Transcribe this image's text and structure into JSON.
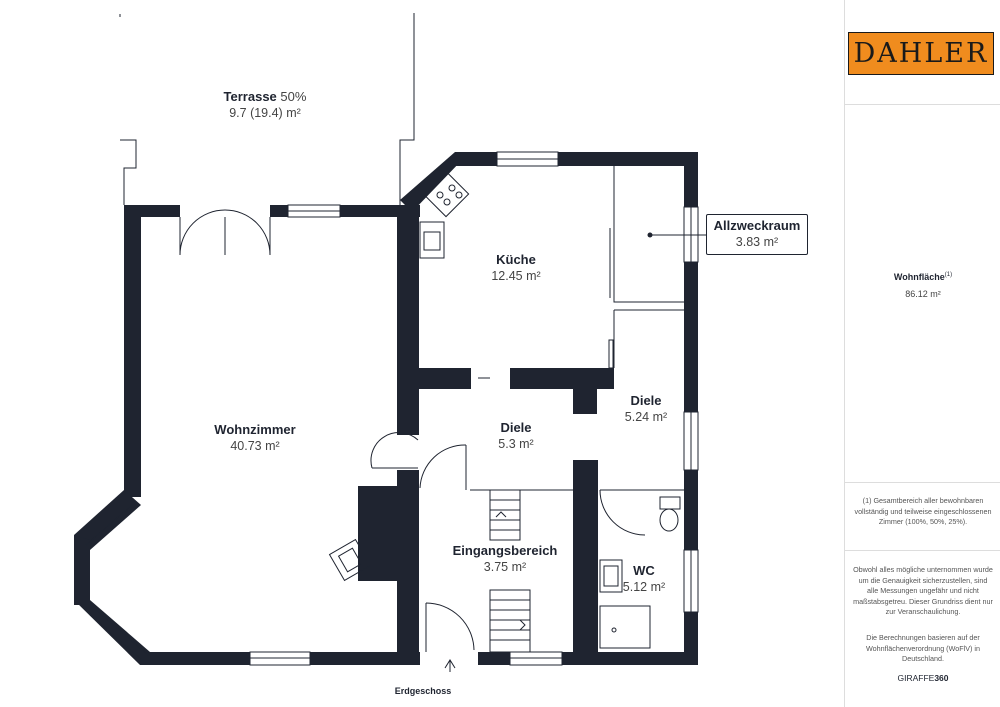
{
  "rooms": {
    "terrasse": {
      "name": "Terrasse",
      "suffix": "50%",
      "area": "9.7 (19.4) m²"
    },
    "kueche": {
      "name": "Küche",
      "area": "12.45 m²"
    },
    "allzweckraum": {
      "name": "Allzweckraum",
      "area": "3.83 m²"
    },
    "wohnzimmer": {
      "name": "Wohnzimmer",
      "area": "40.73 m²"
    },
    "diele1": {
      "name": "Diele",
      "area": "5.3 m²"
    },
    "diele2": {
      "name": "Diele",
      "area": "5.24 m²"
    },
    "eingang": {
      "name": "Eingangsbereich",
      "area": "3.75 m²"
    },
    "wc": {
      "name": "WC",
      "area": "5.12 m²"
    }
  },
  "floor_label": "Erdgeschoss",
  "sidebar": {
    "logo": "DAHLER",
    "wohnflaeche_title": "Wohnfläche",
    "wohnflaeche_mark": "(1)",
    "wohnflaeche_value": "86.12 m²",
    "footnote": "(1) Gesamtbereich aller bewohnbaren vollständig und teilweise eingeschlossenen Zimmer (100%, 50%, 25%).",
    "disclaimer": "Obwohl alles mögliche unternommen wurde um die Genauigkeit sicherzustellen, sind alle Messungen ungefähr und nicht maßstabsgetreu. Dieser Grundriss dient nur zur Veranschaulichung.",
    "calc_note": "Die Berechnungen basieren auf der Wohnflächenverordnung (WoFlV) in Deutschland.",
    "brand_light": "GIRAFFE",
    "brand_bold": "360"
  },
  "colors": {
    "wall": "#1f2430",
    "logo_bg": "#f08c1e",
    "line": "#1f2430"
  }
}
